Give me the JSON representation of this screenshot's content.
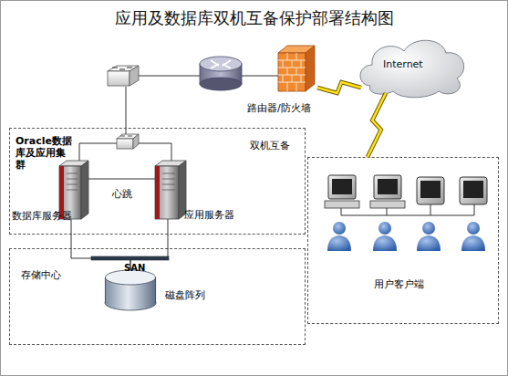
{
  "diagram": {
    "title": "应用及数据库双机互备保护部署结构图",
    "nodes": [
      {
        "text": [
          "Oracle数据库及应用集群",
          "双机互备"
        ]
      },
      {
        "text": [
          "数据库服务器"
        ],
        "in": 0
      },
      {
        "text": [
          "应用服务器"
        ],
        "in": 0
      },
      {
        "text": [
          "存储中心"
        ]
      },
      {
        "text": [
          "磁盘阵列"
        ],
        "in": 3
      },
      {
        "text": [
          "路由器/防火墙"
        ]
      },
      {
        "text": [
          "Internet"
        ]
      },
      {
        "text": [
          "用户客户端"
        ]
      }
    ],
    "edges": [
      {
        "from": 1,
        "to": 2,
        "label": "心跳",
        "arrow": "none"
      },
      {
        "from": 1,
        "to": 4,
        "arrow": "none"
      },
      {
        "from": 2,
        "to": 4,
        "arrow": "none"
      },
      {
        "from": 6,
        "to": 5,
        "arrow": "none"
      },
      {
        "from": 6,
        "to": 7,
        "arrow": "none"
      }
    ],
    "labels": [
      "SAN"
    ]
  }
}
